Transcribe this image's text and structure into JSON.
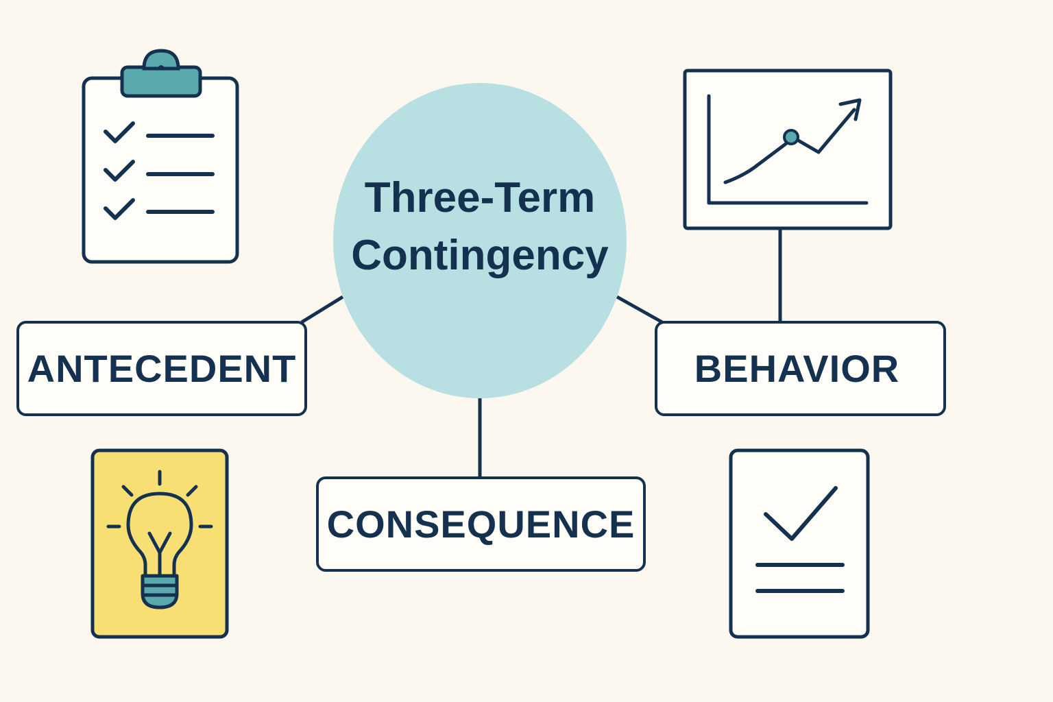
{
  "title": {
    "line1": "Three-Term",
    "line2": "Contingency"
  },
  "terms": {
    "antecedent": "ANTECEDENT",
    "behavior": "BEHAVIOR",
    "consequence": "CONSEQUENCE"
  },
  "icons": {
    "antecedent_top": "clipboard-checklist-icon",
    "antecedent_bottom": "lightbulb-icon",
    "behavior_top": "line-chart-icon",
    "behavior_bottom": "checkmark-document-icon"
  },
  "colors": {
    "background": "#fdf8ef",
    "ink": "#14324f",
    "hub_fill": "#b8e0e2",
    "teal_accent": "#5aa9ad",
    "idea_fill": "#f8df74"
  }
}
